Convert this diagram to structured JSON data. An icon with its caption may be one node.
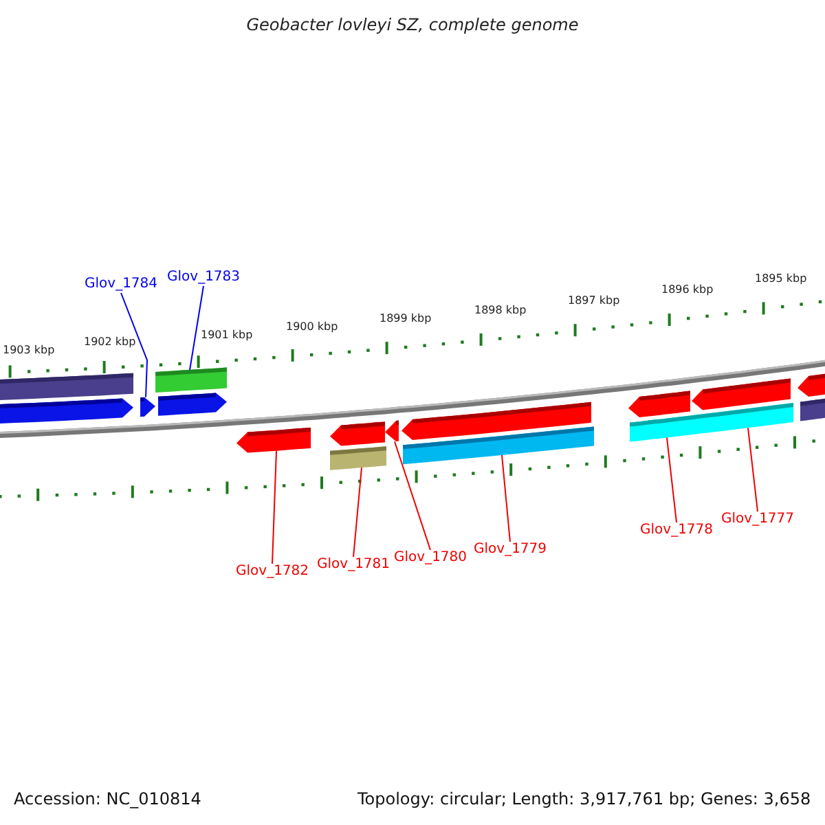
{
  "diagram": {
    "title": "Geobacter lovleyi SZ, complete genome",
    "nodes": [
      {
        "text": [
          "Glov_1784"
        ]
      },
      {
        "text": [
          "Glov_1783"
        ]
      },
      {
        "text": [
          "Glov_1782"
        ]
      },
      {
        "text": [
          "Glov_1781"
        ]
      },
      {
        "text": [
          "Glov_1780"
        ]
      },
      {
        "text": [
          "Glov_1779"
        ]
      },
      {
        "text": [
          "Glov_1778"
        ]
      },
      {
        "text": [
          "Glov_1777"
        ]
      },
      {
        "text": [],
        "shape": "bar"
      },
      {
        "text": [],
        "shape": "pentagon"
      },
      {
        "text": [],
        "shape": "pentagon"
      },
      {
        "text": [],
        "shape": "bar"
      },
      {
        "text": [],
        "shape": "pentagon"
      },
      {
        "text": [],
        "shape": "pentagon"
      },
      {
        "text": [],
        "shape": "pentagon"
      },
      {
        "text": [],
        "shape": "bar"
      },
      {
        "text": [],
        "shape": "pentagon"
      },
      {
        "text": [],
        "shape": "pentagon"
      },
      {
        "text": [],
        "shape": "bar"
      },
      {
        "text": [],
        "shape": "pentagon"
      },
      {
        "text": [],
        "shape": "bar"
      },
      {
        "text": [],
        "shape": "pentagon"
      },
      {
        "text": [],
        "shape": "bar"
      },
      {
        "text": [],
        "shape": "pentagon"
      },
      {
        "text": [],
        "shape": "bar"
      }
    ],
    "edges": [
      {
        "from": 0,
        "to": 10,
        "arrow": "none",
        "color": "#0000ee"
      },
      {
        "from": 1,
        "to": 11,
        "arrow": "none",
        "color": "#0000ee"
      },
      {
        "from": 2,
        "to": 13,
        "arrow": "none"
      },
      {
        "from": 3,
        "to": 15,
        "arrow": "none"
      },
      {
        "from": 4,
        "to": 16,
        "arrow": "none"
      },
      {
        "from": 5,
        "to": 18,
        "arrow": "none"
      },
      {
        "from": 6,
        "to": 20,
        "arrow": "none"
      },
      {
        "from": 7,
        "to": 22,
        "arrow": "none"
      }
    ],
    "labels": [
      "1903 kbp",
      "1902 kbp",
      "1901 kbp",
      "1900 kbp",
      "1899 kbp",
      "1898 kbp",
      "1897 kbp",
      "1896 kbp",
      "1895 kbp",
      "Accession: NC_010814",
      "Topology: circular; Length: 3,917,761 bp; Genes: 3,658"
    ]
  }
}
